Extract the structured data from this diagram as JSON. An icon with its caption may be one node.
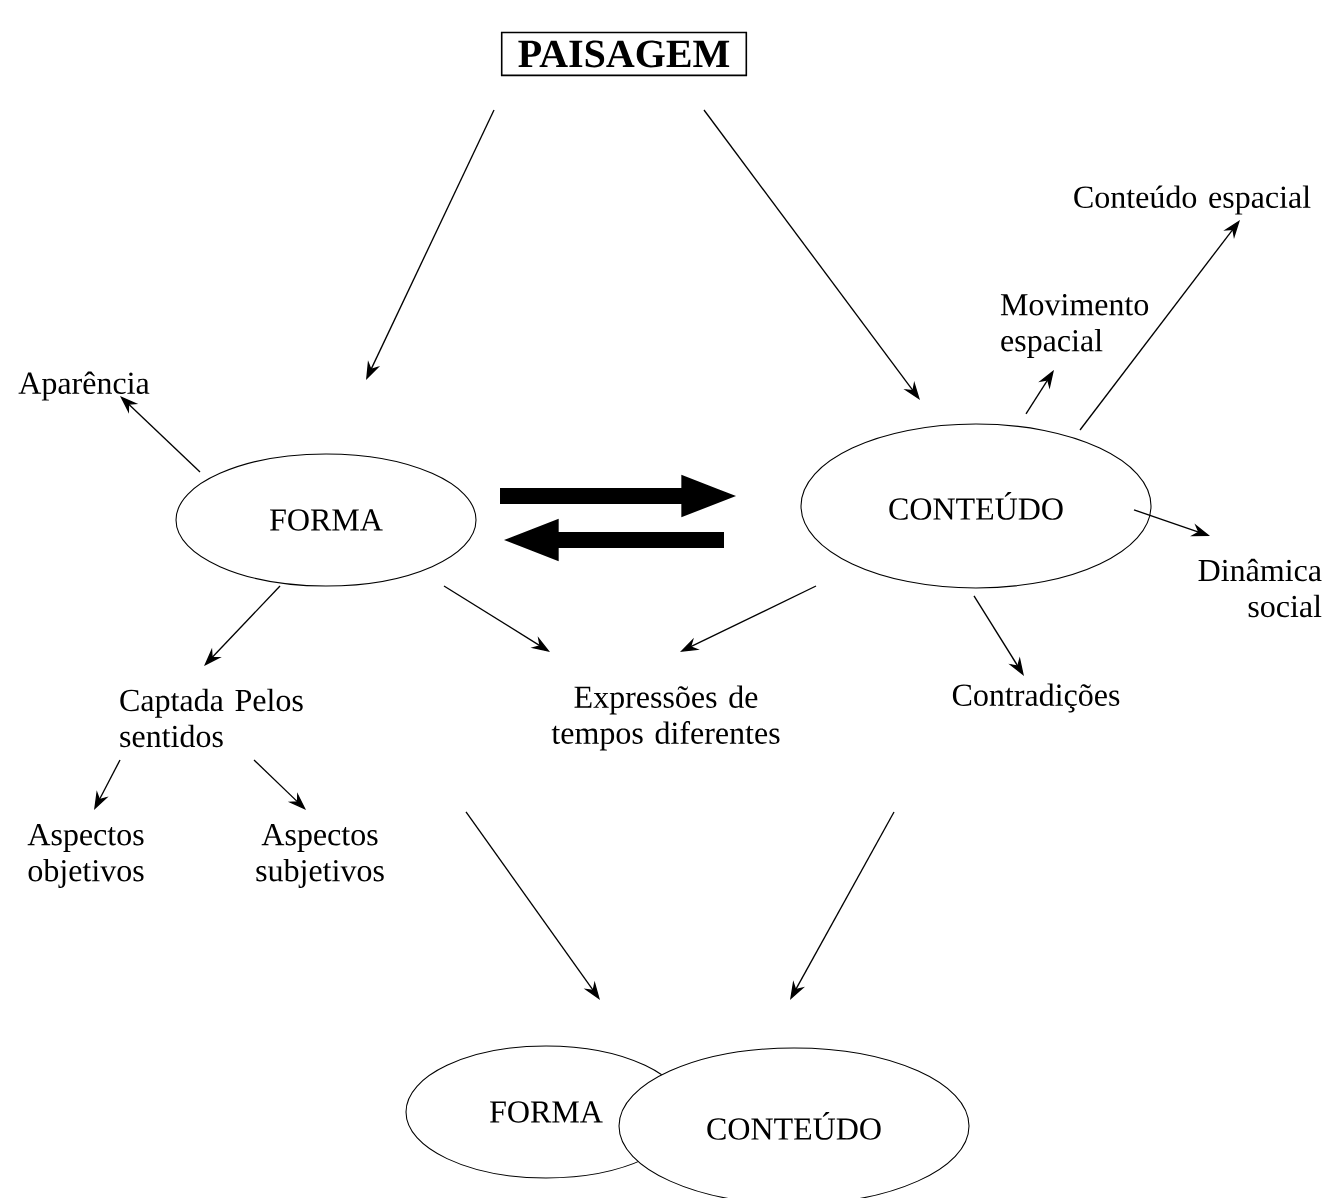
{
  "diagram": {
    "nodes": [
      {
        "text": [
          "PAISAGEM"
        ]
      },
      {
        "text": [
          "FORMA"
        ]
      },
      {
        "text": [
          "CONTEÚDO"
        ]
      },
      {
        "text": [
          "Aparência"
        ]
      },
      {
        "text": [
          "Movimento espacial"
        ]
      },
      {
        "text": [
          "Conteúdo espacial"
        ]
      },
      {
        "text": [
          "Dinâmica social"
        ]
      },
      {
        "text": [
          "Captada Pelos sentidos"
        ]
      },
      {
        "text": [
          "Expressões de tempos diferentes"
        ]
      },
      {
        "text": [
          "Contradições"
        ]
      },
      {
        "text": [
          "Aspectos objetivos"
        ]
      },
      {
        "text": [
          "Aspectos subjetivos"
        ]
      },
      {
        "text": [
          "FORMA"
        ]
      },
      {
        "text": [
          "CONTEÚDO"
        ]
      }
    ],
    "edges": [
      {
        "from": 0,
        "to": 1,
        "arrow": "to"
      },
      {
        "from": 0,
        "to": 2,
        "arrow": "to"
      },
      {
        "from": 1,
        "to": 2,
        "arrow": "to",
        "style": "thick"
      },
      {
        "from": 2,
        "to": 1,
        "arrow": "to",
        "style": "thick"
      },
      {
        "from": 1,
        "to": 3,
        "arrow": "to"
      },
      {
        "from": 2,
        "to": 4,
        "arrow": "to"
      },
      {
        "from": 2,
        "to": 5,
        "arrow": "to"
      },
      {
        "from": 2,
        "to": 6,
        "arrow": "to"
      },
      {
        "from": 1,
        "to": 7,
        "arrow": "to"
      },
      {
        "from": 1,
        "to": 8,
        "arrow": "to"
      },
      {
        "from": 2,
        "to": 8,
        "arrow": "to"
      },
      {
        "from": 2,
        "to": 9,
        "arrow": "to"
      },
      {
        "from": 7,
        "to": 10,
        "arrow": "to"
      },
      {
        "from": 7,
        "to": 11,
        "arrow": "to"
      },
      {
        "from": null,
        "to": 12,
        "arrow": "to"
      },
      {
        "from": null,
        "to": 13,
        "arrow": "to"
      }
    ]
  }
}
